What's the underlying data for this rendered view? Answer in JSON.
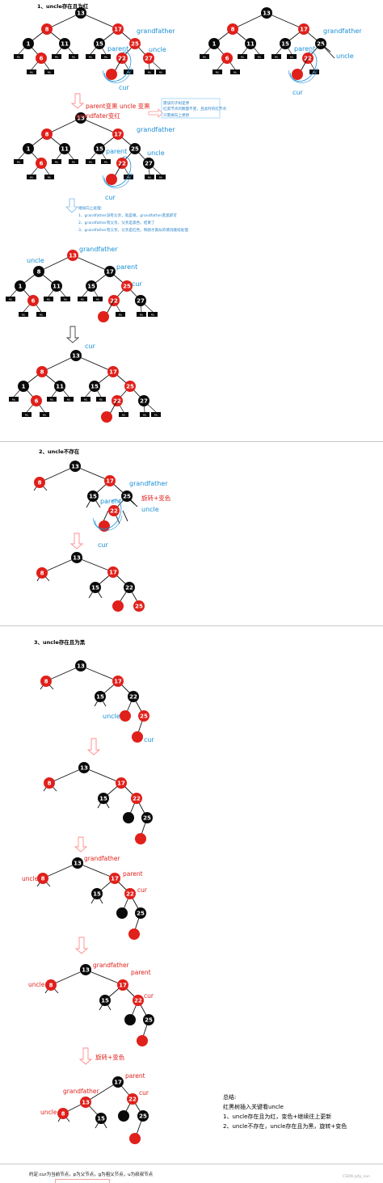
{
  "sections": {
    "s1_title": "1、uncle存在且为红",
    "s2_title": "2、uncle不存在",
    "s3_title": "3、uncle存在且为黑"
  },
  "notes": {
    "step1_red": "parent变黑 uncle 变黑",
    "step1_red2": "grandfater变红",
    "side_note": [
      "需该的子树是参",
      "红黑节点的颗量不变，且此时的红节点",
      "只需要向上更新"
    ],
    "step2_header": "继续向上处理：",
    "step2_lines": [
      "1、grandfather没有父亲，就是根，grandfather变黑即可",
      "2、grandfather有父亲，父亲是黑色，结束了",
      "3、grandfather有父亲，父亲是红色，和刚才类似的情况继续处理"
    ],
    "rotate": "旋转+变色"
  },
  "labels": {
    "grandfather": "grandfather",
    "parent": "parent",
    "uncle": "uncle",
    "cur": "cur"
  },
  "nil": "NIL",
  "summary": {
    "title": "总结:",
    "line1": "红黑树插入关键看uncle",
    "line2": "1、uncle存在且为红，变色+继续往上更新",
    "line3": "2、uncle不存在，uncle存在且为黑，旋转+变色"
  },
  "footer": "约定:cur为当前节点，p为父节点，g为祖父节点，u为叔叔节点",
  "watermark": "CSDN @fp_nan",
  "colors": {
    "red": "#e0201b",
    "black": "#0a0a0a",
    "blue": "#1a8fd6"
  }
}
